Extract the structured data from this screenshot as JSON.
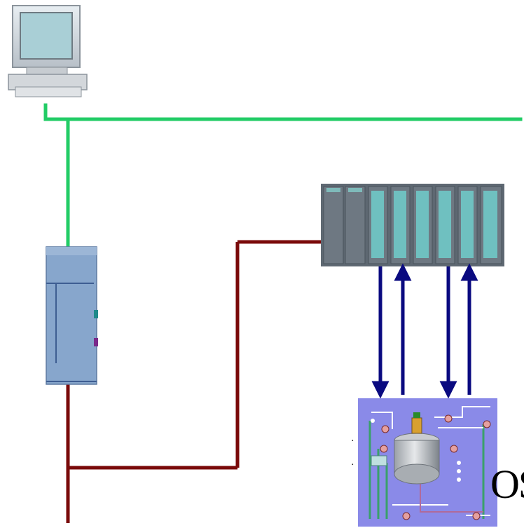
{
  "diagram": {
    "title": "",
    "nodes": [
      {
        "id": "workstation",
        "icon": "computer-workstation-icon"
      },
      {
        "id": "gateway",
        "icon": "network-gateway-device-icon"
      },
      {
        "id": "plc_rack",
        "icon": "plc-rack-icon",
        "module_count": 8
      },
      {
        "id": "process_plant",
        "icon": "process-plant-reactor-icon"
      }
    ],
    "links": [
      {
        "from": "workstation",
        "to": "gateway",
        "type": "ethernet"
      },
      {
        "from": "gateway",
        "to": "plc_rack",
        "type": "fieldbus"
      },
      {
        "from": "plc_rack",
        "to": "process_plant",
        "type": "io-signals",
        "down_arrows": 2,
        "up_arrows": 2
      }
    ],
    "colors": {
      "ethernet": "#22cc66",
      "fieldbus": "#7a0a0a",
      "io_arrows": "#0a0a80",
      "plc_body": "#5e6872",
      "plc_module_face": "#6fc0c0",
      "gateway_body": "#87a6cc",
      "plant_background": "#8a8ae8"
    },
    "text_fragments": {
      "os": "OS",
      "dot": "·"
    }
  }
}
